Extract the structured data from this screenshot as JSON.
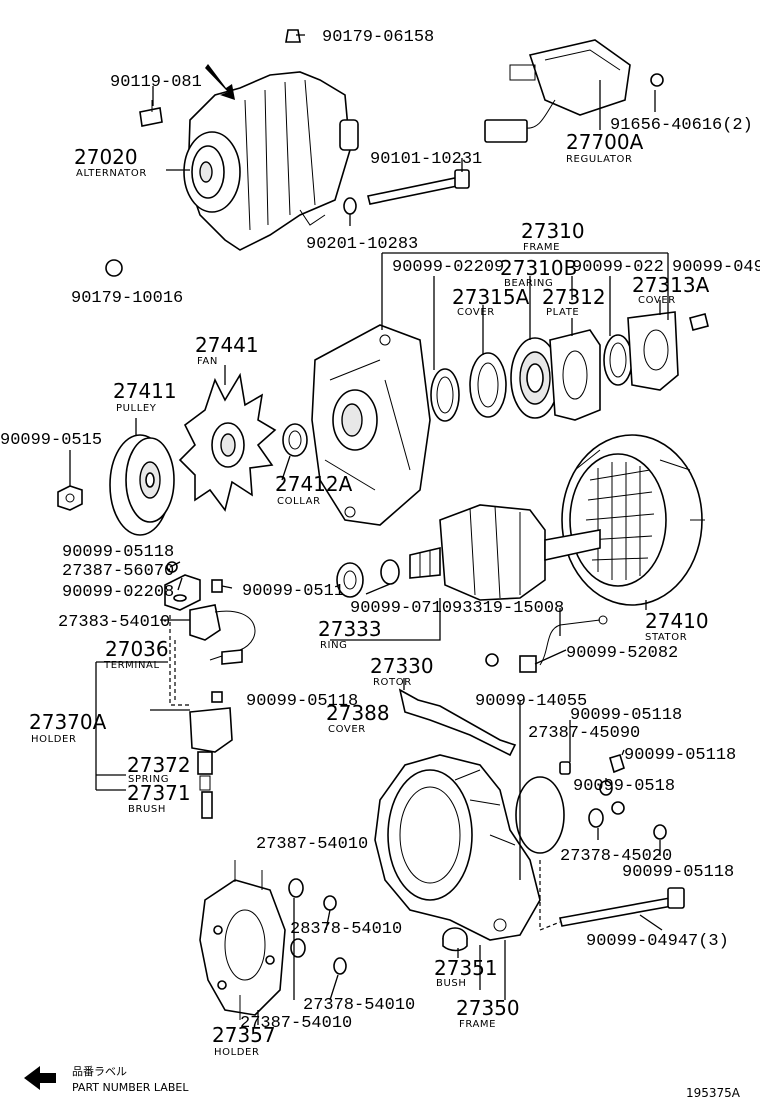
{
  "labels": {
    "p_90179_06158": "90179-06158",
    "p_90119_081": "90119-081",
    "p_91656": "91656-40616(2)",
    "p_27700A": "27700A",
    "regulator": "REGULATOR",
    "p_27020": "27020",
    "alternator": "ALTERNATOR",
    "p_90101": "90101-10231",
    "p_90201": "90201-10283",
    "p_27310": "27310",
    "frame_top": "FRAME",
    "p_90179_10016": "90179-10016",
    "p_90099_02209": "90099-02209",
    "p_27310B": "27310B",
    "bearing": "BEARING",
    "p_90099_022_b": "90099-022",
    "p_90099_049": "90099-049",
    "p_27315A": "27315A",
    "cover_a": "COVER",
    "p_27312": "27312",
    "plate": "PLATE",
    "p_27313A": "27313A",
    "cover_b": "COVER",
    "p_27441": "27441",
    "fan": "FAN",
    "p_27411": "27411",
    "pulley": "PULLEY",
    "p_90099_0515": "90099-0515",
    "p_27412A": "27412A",
    "collar": "COLLAR",
    "p_90099_05118_a": "90099-05118",
    "p_27387_56070": "27387-56070",
    "p_90099_02208": "90099-02208",
    "p_90099_0511_b": "90099-0511",
    "p_27383": "27383-54010",
    "p_90099_0710": "90099-0710",
    "p_93319": "93319-15008",
    "p_27410": "27410",
    "stator": "STATOR",
    "p_27036": "27036",
    "terminal": "TERMINAL",
    "p_27333": "27333",
    "ring": "RING",
    "p_90099_52082": "90099-52082",
    "p_27330": "27330",
    "rotor": "ROTOR",
    "p_27370A": "27370A",
    "holder_a": "HOLDER",
    "p_90099_05118_c": "90099-05118",
    "p_27388": "27388",
    "cover_c": "COVER",
    "p_90099_14055": "90099-14055",
    "p_90099_05118_d": "90099-05118",
    "p_27387_45090": "27387-45090",
    "p_90099_05118_e": "90099-05118",
    "p_27372": "27372",
    "spring": "SPRING",
    "p_90099_0518": "90099-0518",
    "p_27371": "27371",
    "brush": "BRUSH",
    "p_27387_54010_a": "27387-54010",
    "p_27378_45020": "27378-45020",
    "p_90099_05118_f": "90099-05118",
    "p_28378": "28378-54010",
    "p_90099_04947": "90099-04947(3)",
    "p_27351": "27351",
    "bush": "BUSH",
    "p_27378_54010": "27378-54010",
    "p_27387_54010_b": "27387-54010",
    "p_27350": "27350",
    "frame_bottom": "FRAME",
    "p_27357": "27357",
    "holder_b": "HOLDER"
  },
  "legend": {
    "jp_label": "品番ラベル",
    "en_label": "PART NUMBER LABEL"
  },
  "figure_id": "195375A"
}
